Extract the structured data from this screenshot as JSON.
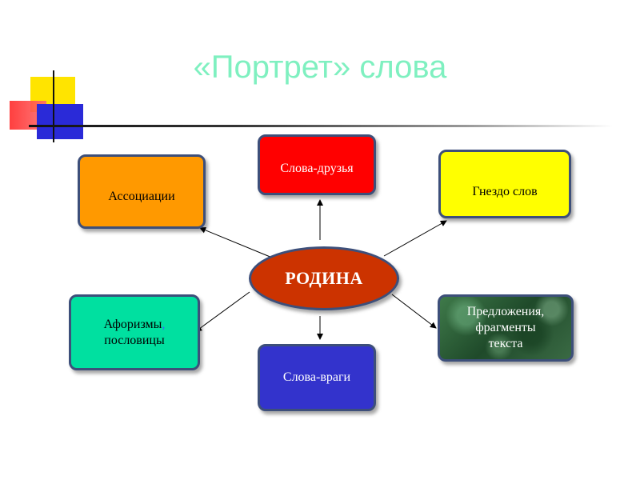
{
  "title": "«Портрет» слова",
  "diagram": {
    "center": "РОДИНА",
    "nodes": {
      "associations": "Ассоциации",
      "friends": "Слова-друзья",
      "nest": "Гнездо слов",
      "aphorisms_line1": "Афоризмы",
      "aphorisms_comma": ",",
      "aphorisms_line2": "пословицы",
      "enemies": "Слова-враги",
      "sentences_line1": "Предложения,",
      "sentences_line2": "фрагменты",
      "sentences_line3": "текста"
    },
    "colors": {
      "associations": "#ff9900",
      "friends": "#ff0000",
      "nest": "#ffff00",
      "aphorisms": "#00e0a0",
      "enemies": "#3333cc",
      "sentences": "#2f6a3c",
      "center": "#cc3300",
      "title": "#7ff0c0"
    }
  }
}
